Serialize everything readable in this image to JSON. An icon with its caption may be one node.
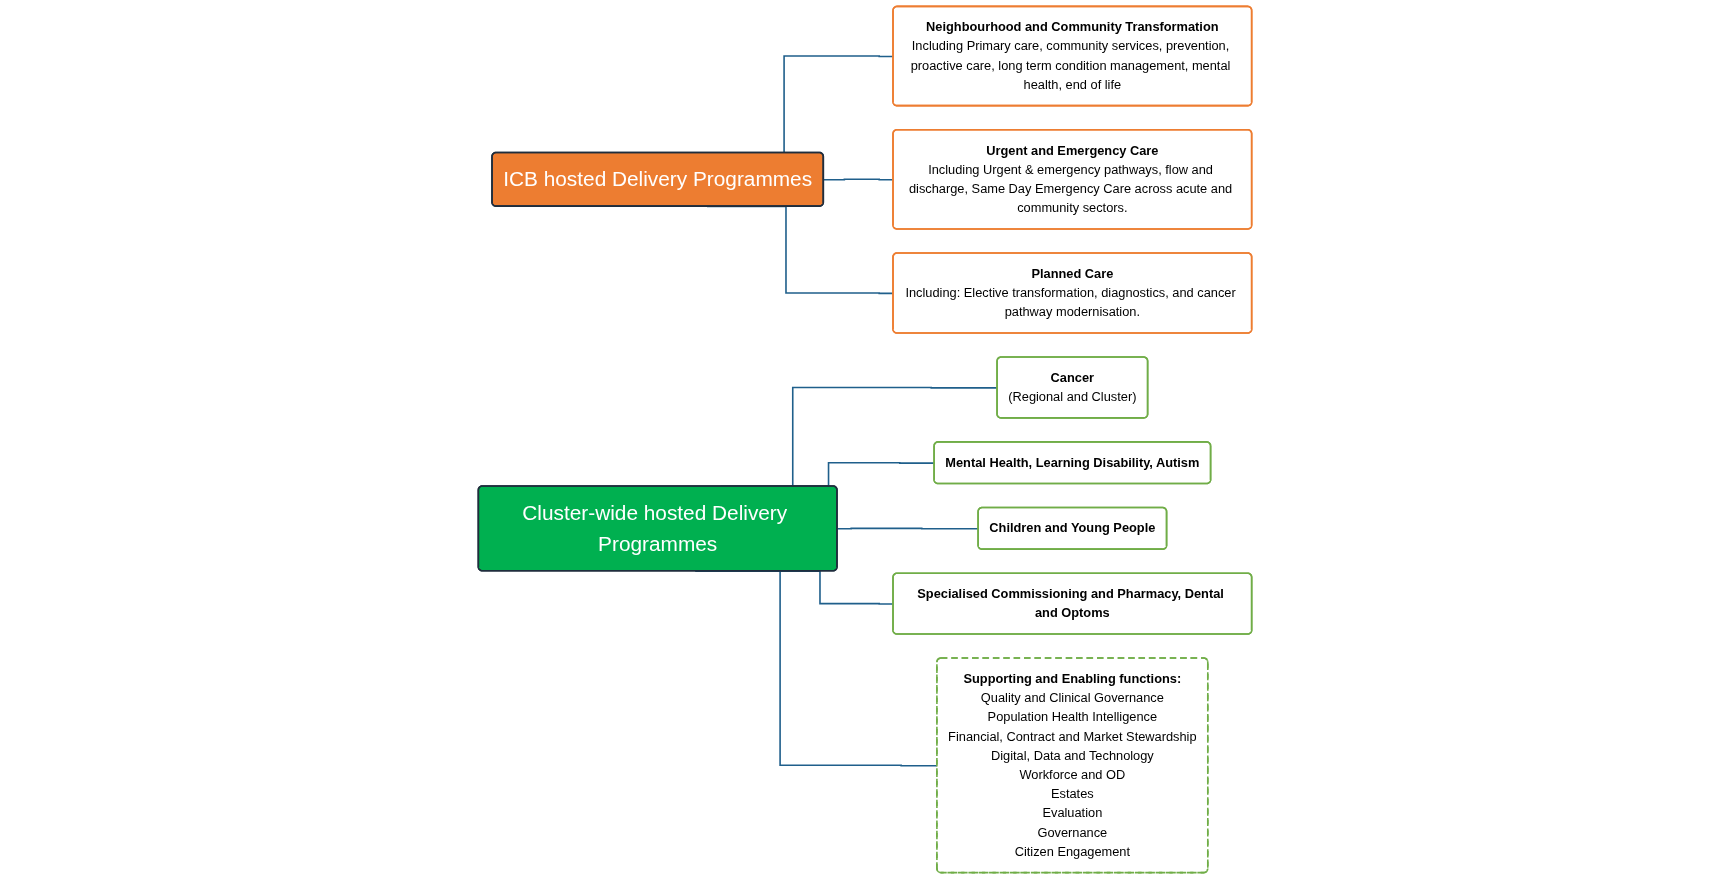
{
  "diagram": {
    "nodes": [
      {
        "text": [
          "ICB hosted Delivery Programmes"
        ]
      },
      {
        "text": [
          "Neighbourhood and Community Transformation",
          "Including Primary care, community services, prevention, proactive care, long term condition management, mental health, end of life"
        ]
      },
      {
        "text": [
          "Urgent and Emergency Care",
          "Including Urgent & emergency pathways, flow and discharge, Same Day Emergency Care across acute and community sectors."
        ]
      },
      {
        "text": [
          "Planned Care",
          "Including: Elective transformation, diagnostics, and cancer pathway modernisation."
        ]
      },
      {
        "text": [
          "Cluster-wide hosted Delivery Programmes"
        ]
      },
      {
        "text": [
          "Cancer",
          "(Regional and Cluster)"
        ]
      },
      {
        "text": [
          "Mental Health, Learning Disability, Autism"
        ]
      },
      {
        "text": [
          "Children and Young People"
        ]
      },
      {
        "text": [
          "Specialised Commissioning and Pharmacy, Dental and Optoms"
        ]
      },
      {
        "text": [
          "Supporting and Enabling functions:",
          "Quality and Clinical Governance",
          "Population Health Intelligence",
          "Financial, Contract and Market Stewardship",
          "Digital, Data and Technology",
          "Workforce and OD",
          "Estates",
          "Evaluation",
          "Governance",
          "Citizen Engagement"
        ]
      }
    ],
    "edges": [
      {
        "from": 0,
        "to": 1,
        "arrow": "none"
      },
      {
        "from": 0,
        "to": 2,
        "arrow": "none"
      },
      {
        "from": 0,
        "to": 3,
        "arrow": "none"
      },
      {
        "from": 4,
        "to": 5,
        "arrow": "none"
      },
      {
        "from": 4,
        "to": 6,
        "arrow": "none"
      },
      {
        "from": 4,
        "to": 7,
        "arrow": "none"
      },
      {
        "from": 4,
        "to": 8,
        "arrow": "none"
      },
      {
        "from": 4,
        "to": 9,
        "arrow": "none"
      }
    ]
  }
}
